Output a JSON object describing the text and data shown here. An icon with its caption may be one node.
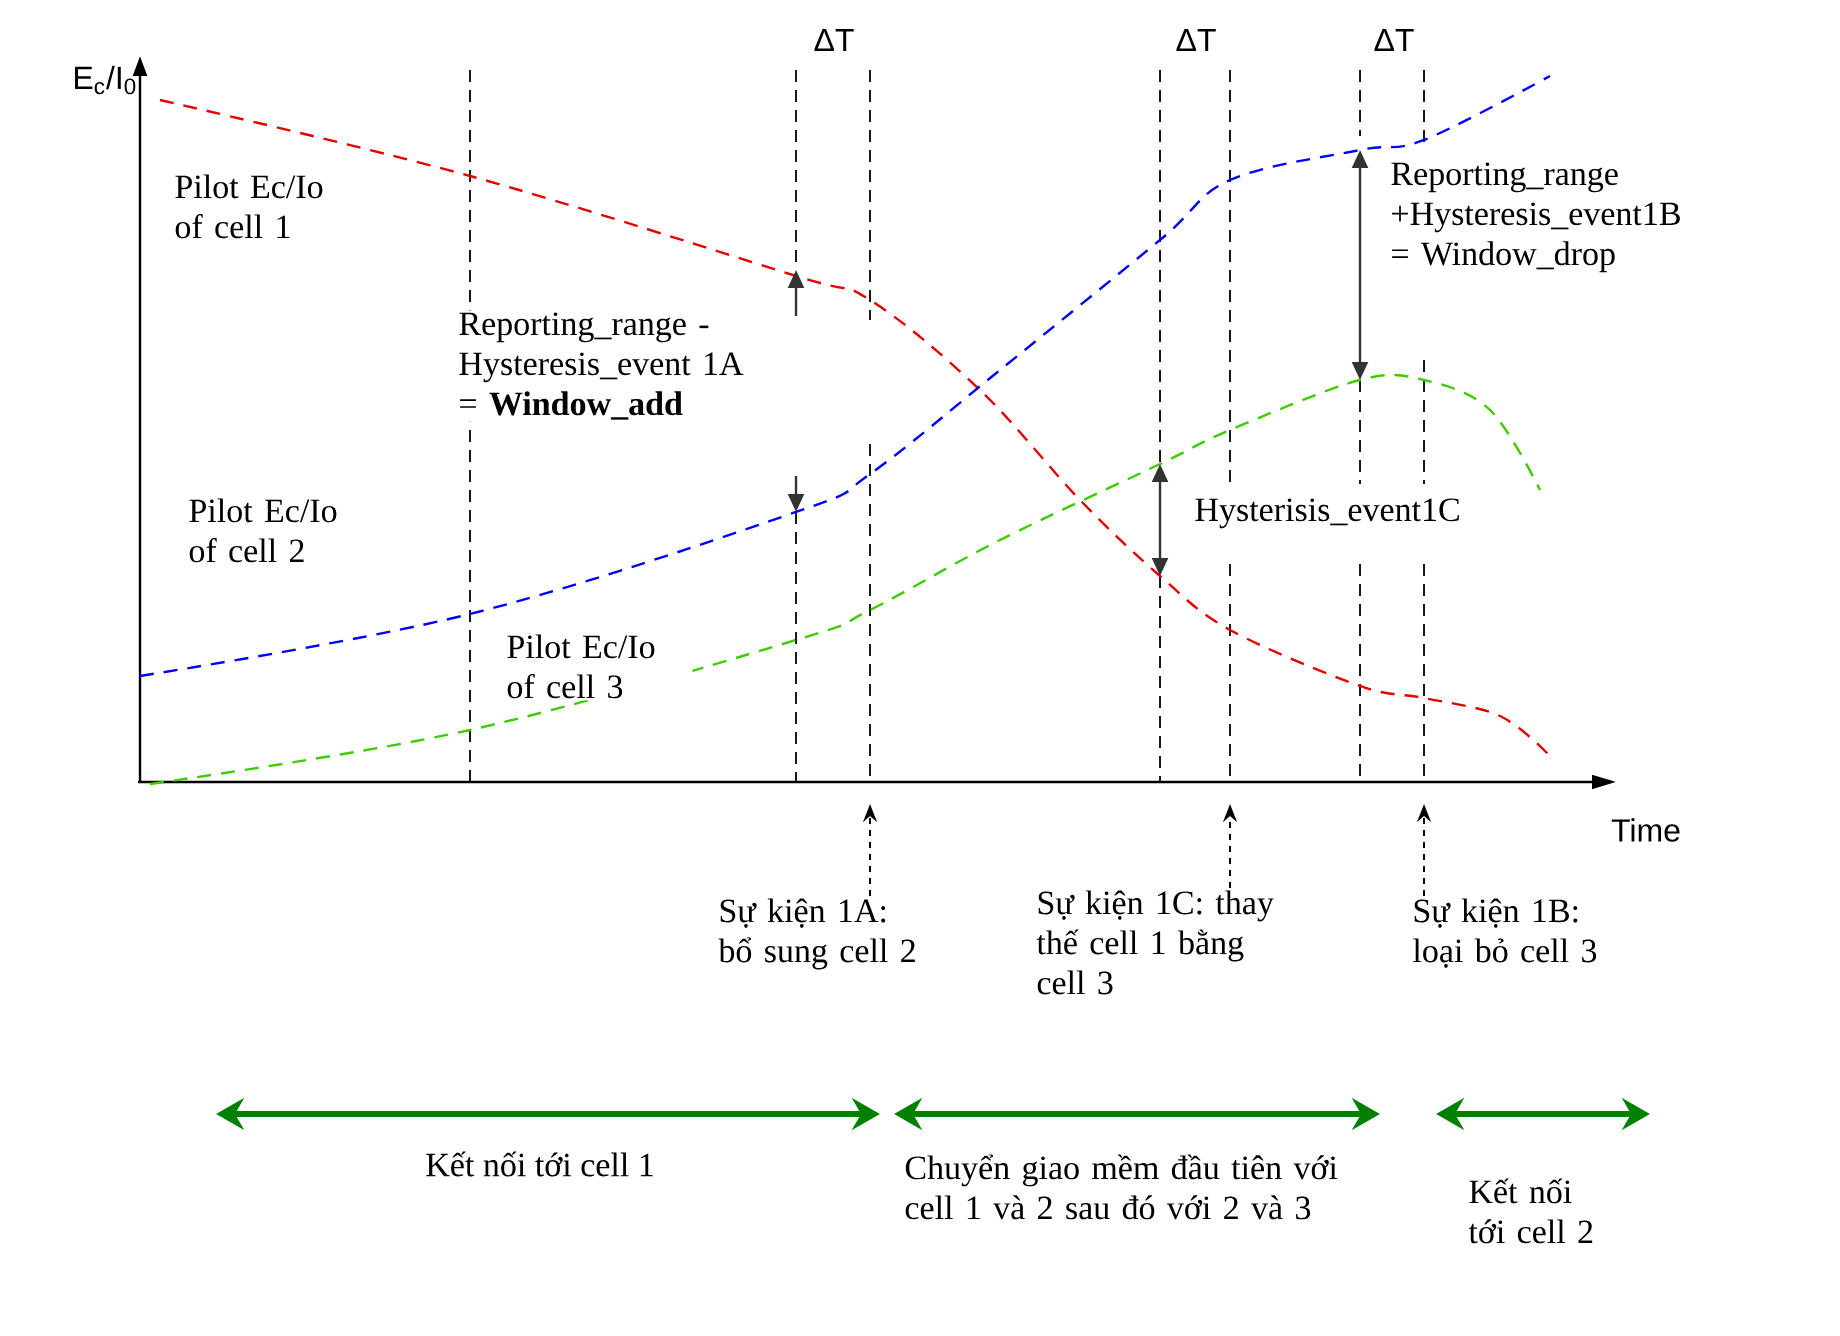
{
  "diagram": {
    "nodes": [
      {
        "text": [
          "Sự kiện 1A: bổ sung cell 2"
        ]
      },
      {
        "text": [
          "Sự kiện 1C: thay thế cell 1 bằng cell 3"
        ]
      },
      {
        "text": [
          "Sự kiện 1B: loại bỏ cell 3"
        ]
      }
    ],
    "edges": [
      {
        "from": 0,
        "to": null,
        "arrow": "to",
        "style": "dashed"
      },
      {
        "from": 1,
        "to": null,
        "arrow": "to",
        "style": "dashed"
      },
      {
        "from": 2,
        "to": null,
        "arrow": "to",
        "style": "dashed"
      }
    ],
    "labels": [
      "E$_{c}$/I$_{0}$",
      "ΔT",
      "ΔT",
      "ΔT",
      "Pilot Ec/Io of cell 1",
      "Reporting_range - Hysteresis_event 1A = **Window_add**",
      "Reporting_range +Hysteresis_event1B = Window_drop",
      "Pilot Ec/Io of cell 2",
      "Hysterisis_event1C",
      "Pilot Ec/Io of cell 3",
      "Time",
      "Kết nối tới cell 1",
      "Chuyển giao mềm đầu tiên với cell 1 và 2 sau đó với 2 và 3",
      "Kết nối tới cell 2"
    ]
  }
}
